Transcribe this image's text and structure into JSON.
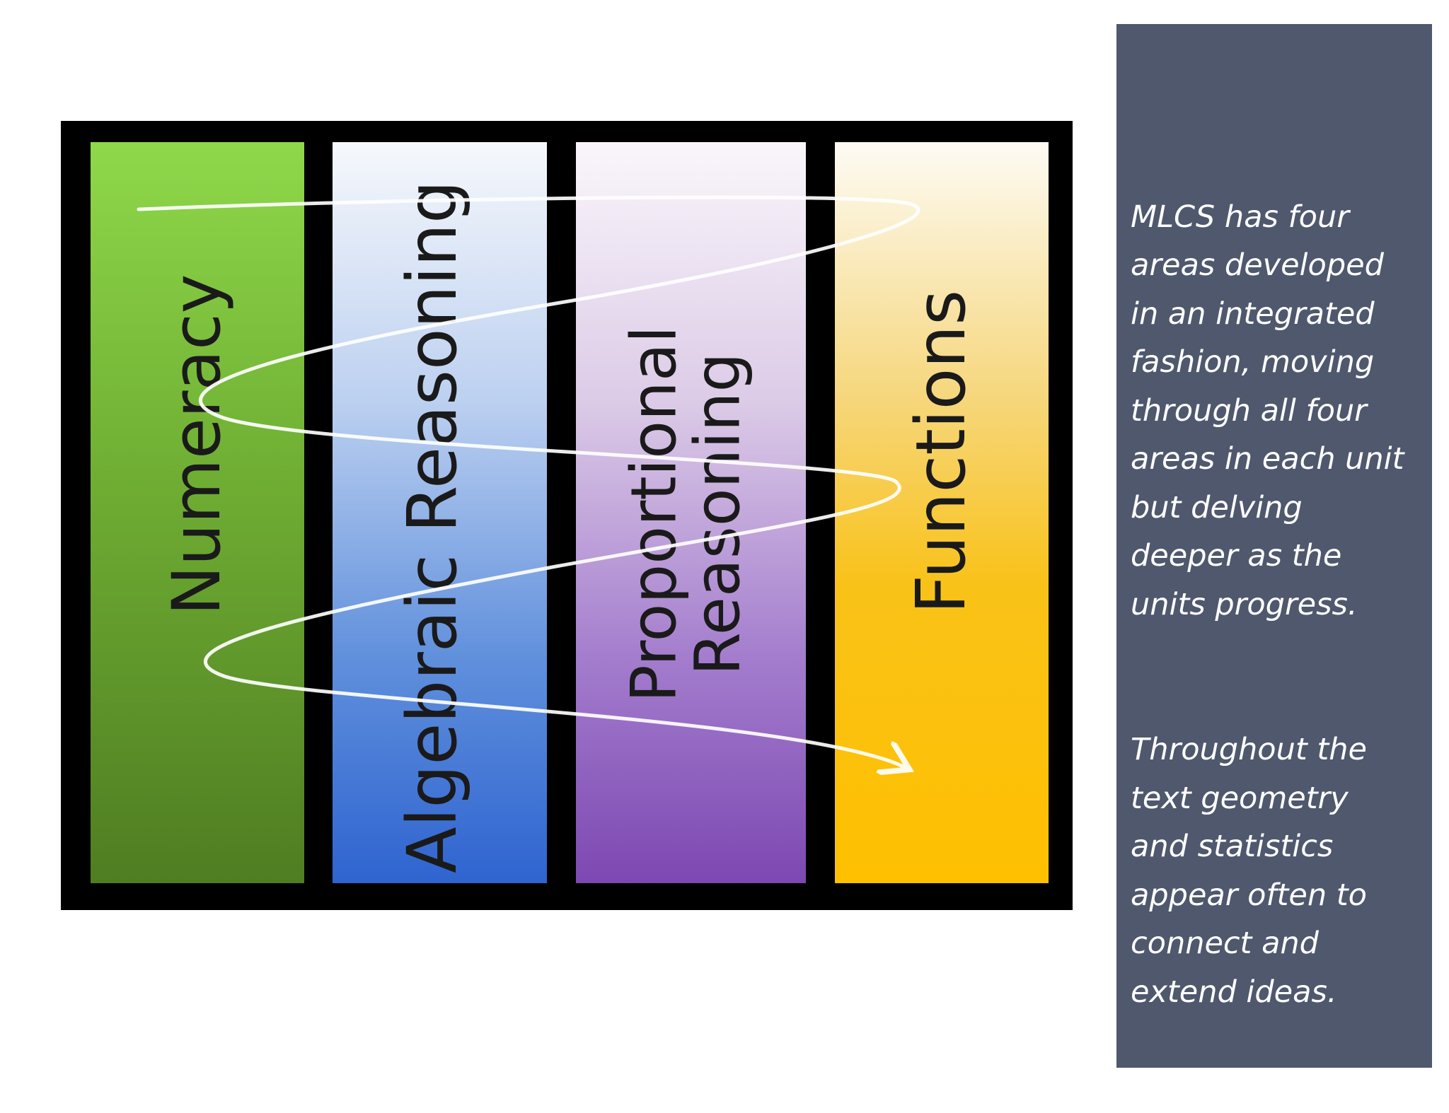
{
  "diagram": {
    "columns": [
      {
        "label": "Numeracy",
        "color": "#6fae33"
      },
      {
        "label": "Algebraic Reasoning",
        "color": "#2f64d0"
      },
      {
        "label_line1": "Proportional",
        "label_line2": "Reasoning",
        "color": "#7d48b2"
      },
      {
        "label": "Functions",
        "color": "#ffc000"
      }
    ],
    "spiral": {
      "color": "#ffffff",
      "arrow_end": "Functions"
    }
  },
  "sidebar": {
    "background": "#4f586d",
    "paragraph1": "MLCS has four\nareas developed\nin an integrated\nfashion, moving\nthrough all four\nareas in each unit\nbut delving\ndeeper as the\nunits progress.",
    "paragraph2": "Throughout the\ntext geometry\nand statistics\nappear often to\nconnect and\nextend ideas."
  }
}
